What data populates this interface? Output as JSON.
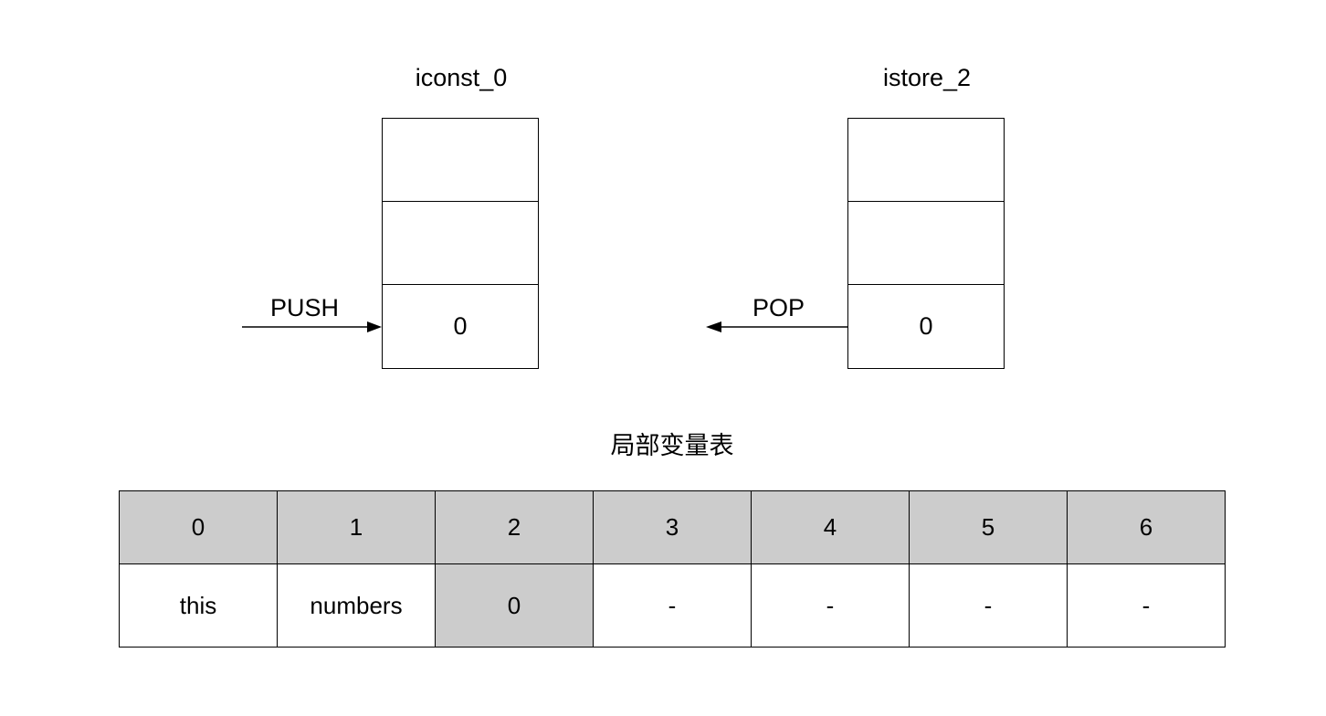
{
  "stacks": [
    {
      "title": "iconst_0",
      "cells": [
        "",
        "",
        "0"
      ],
      "arrow": {
        "label": "PUSH",
        "direction": "in"
      }
    },
    {
      "title": "istore_2",
      "cells": [
        "",
        "",
        "0"
      ],
      "arrow": {
        "label": "POP",
        "direction": "out"
      }
    }
  ],
  "local_variable_table": {
    "title": "局部变量表",
    "indexes": [
      "0",
      "1",
      "2",
      "3",
      "4",
      "5",
      "6"
    ],
    "values": [
      "this",
      "numbers",
      "0",
      "-",
      "-",
      "-",
      "-"
    ],
    "highlighted_index": 2,
    "colors": {
      "header_fill": "#cccccc",
      "highlight_fill": "#cccccc",
      "line": "#000000"
    }
  }
}
